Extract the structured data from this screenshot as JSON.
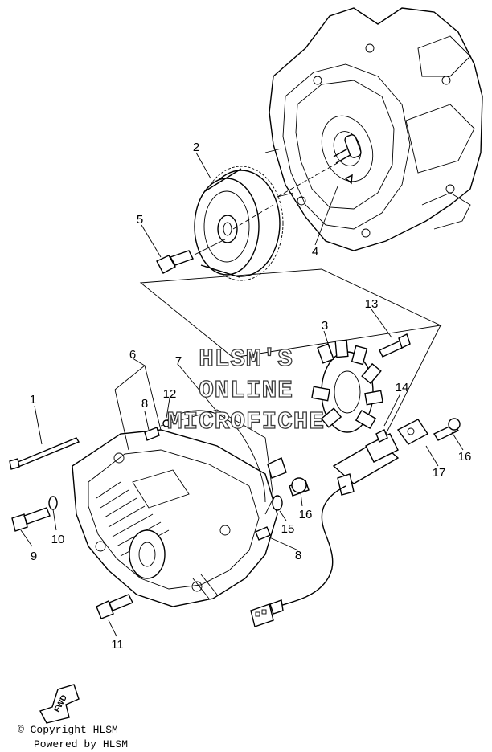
{
  "parts": [
    {
      "number": "1"
    },
    {
      "number": "2"
    },
    {
      "number": "3"
    },
    {
      "number": "4"
    },
    {
      "number": "5"
    },
    {
      "number": "6"
    },
    {
      "number": "7"
    },
    {
      "number": "8"
    },
    {
      "number": "8"
    },
    {
      "number": "9"
    },
    {
      "number": "10"
    },
    {
      "number": "11"
    },
    {
      "number": "12"
    },
    {
      "number": "13"
    },
    {
      "number": "14"
    },
    {
      "number": "15"
    },
    {
      "number": "16"
    },
    {
      "number": "16"
    },
    {
      "number": "17"
    }
  ],
  "watermark": {
    "line1": "HLSM'S",
    "line2": "ONLINE",
    "line3": "MICROFICHE"
  },
  "direction_badge": "FWD",
  "footer": {
    "copyright": "© Copyright HLSM",
    "powered": "Powered by HLSM"
  }
}
